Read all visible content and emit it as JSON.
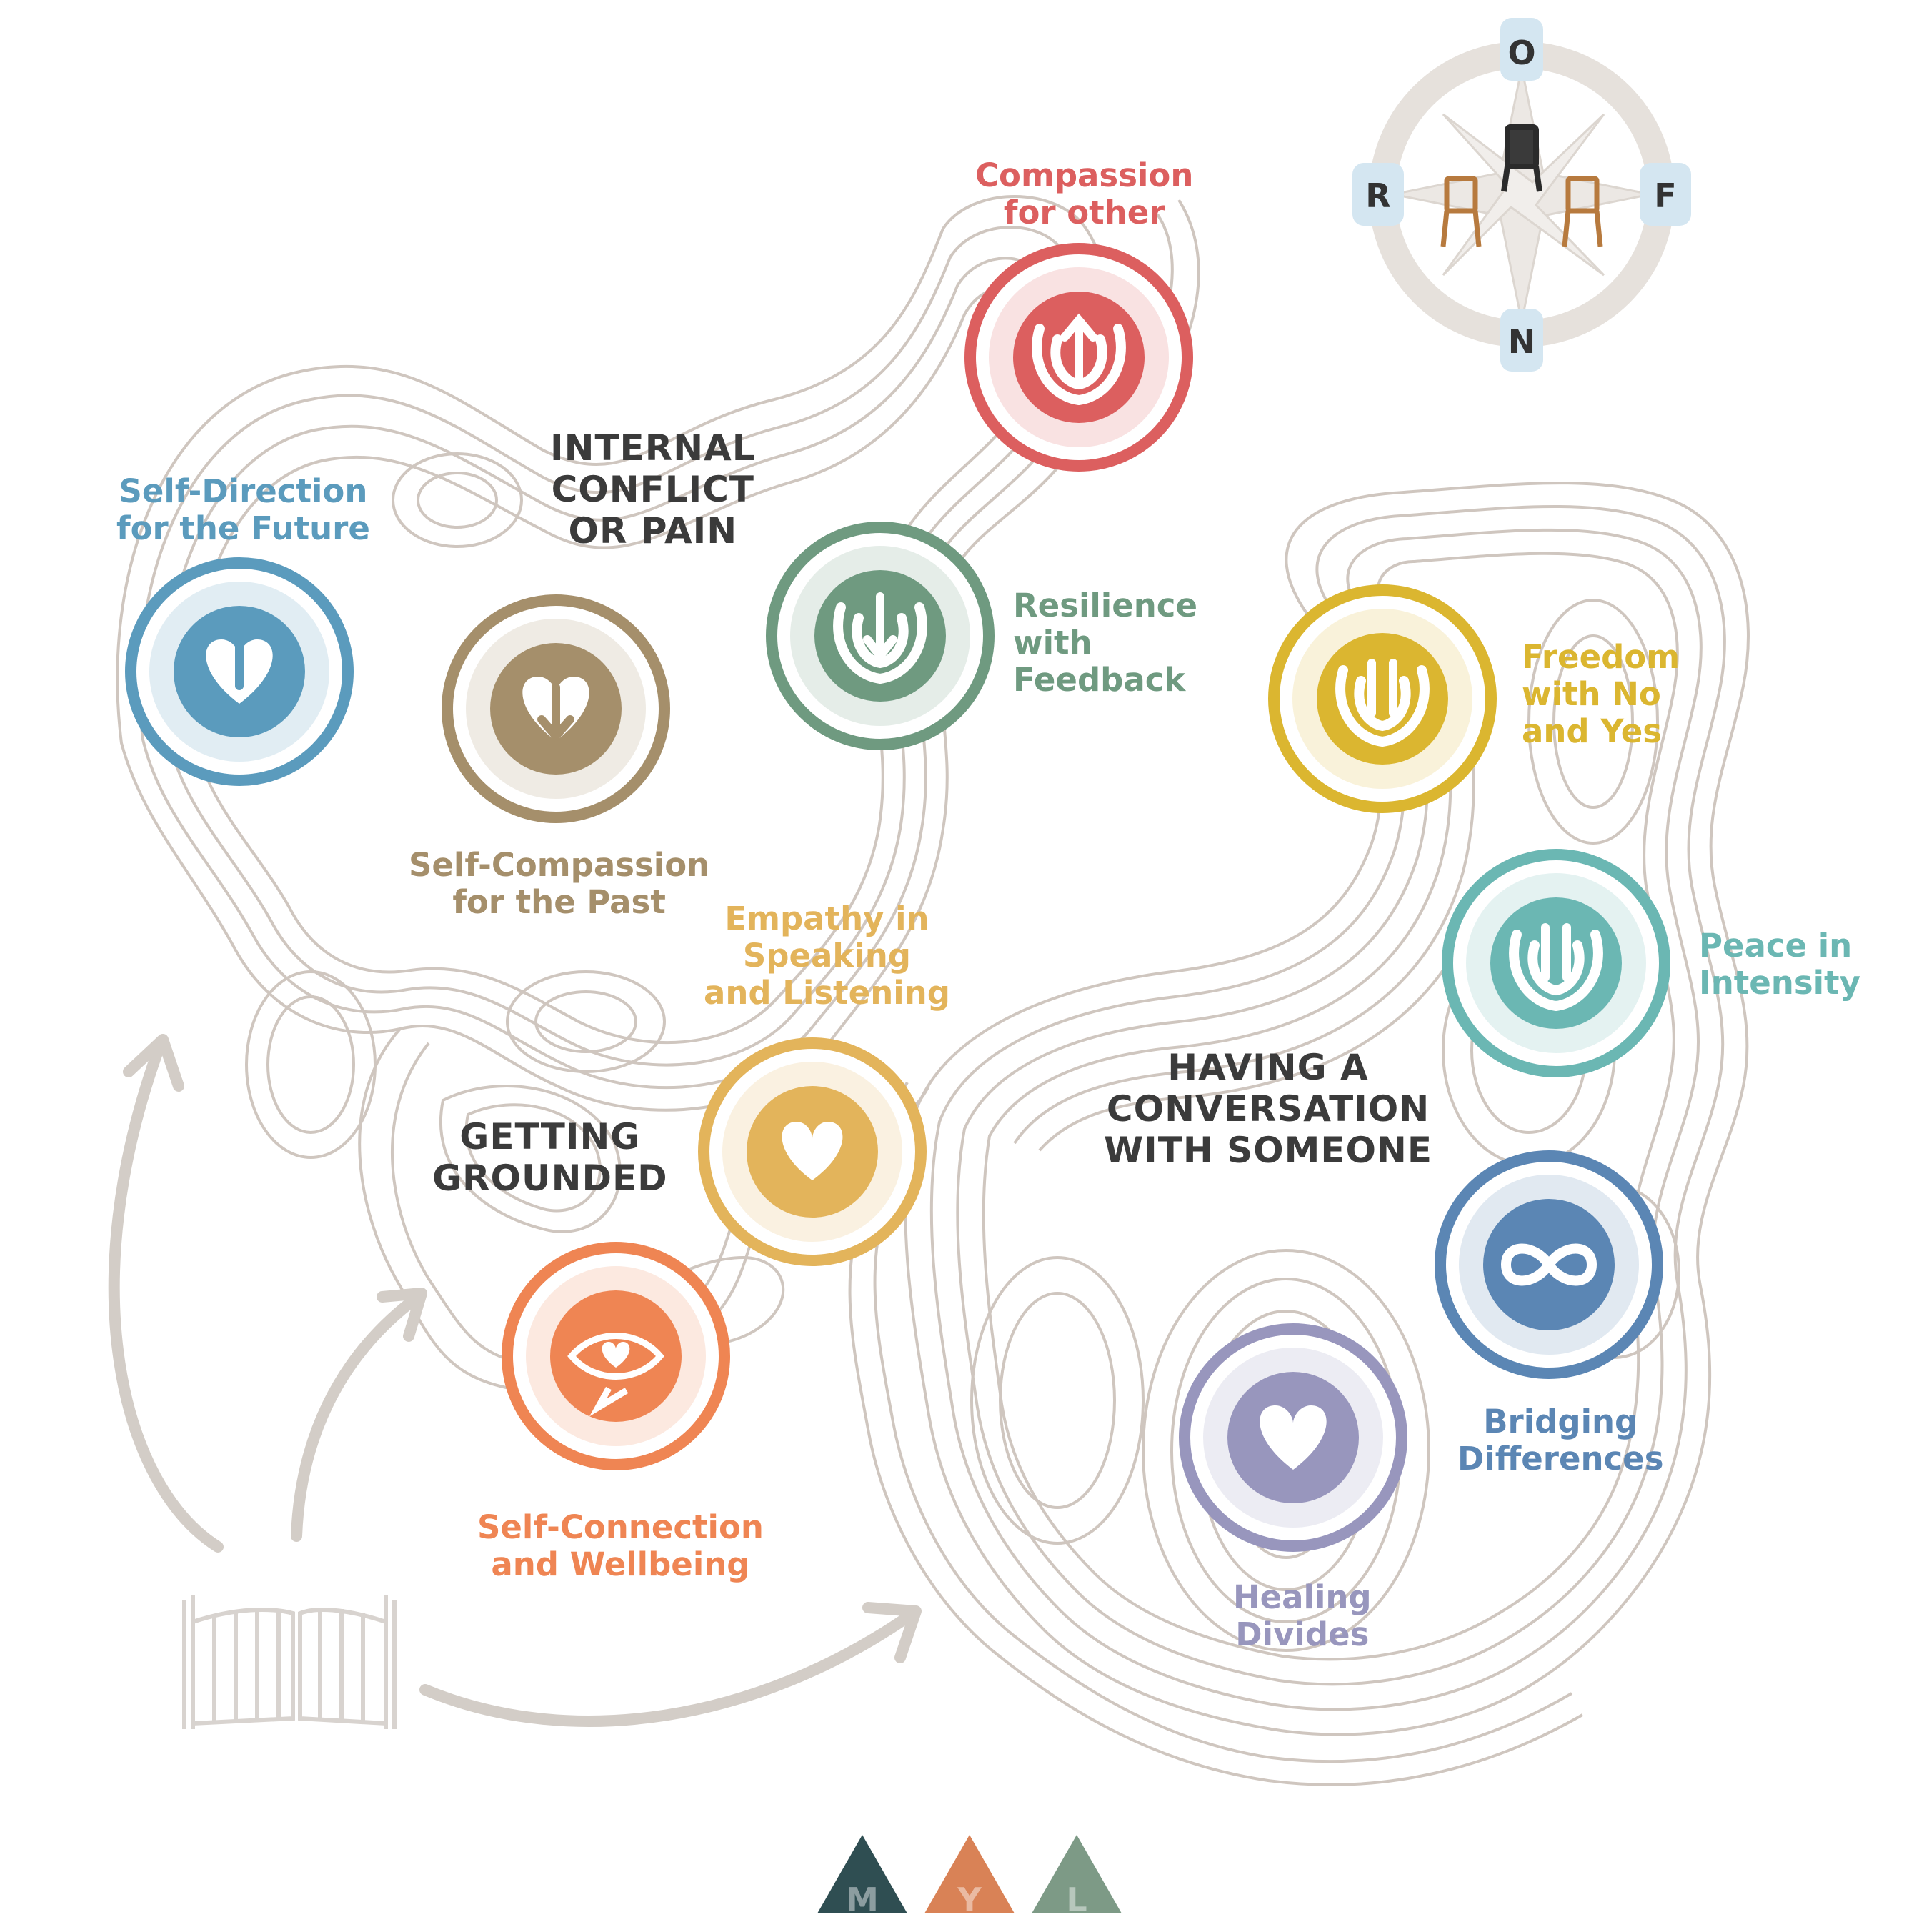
{
  "compass": {
    "north": "O",
    "south": "N",
    "west": "R",
    "east": "F"
  },
  "sections": {
    "internal": [
      "INTERNAL",
      "CONFLICT",
      "OR PAIN"
    ],
    "grounded": [
      "GETTING",
      "GROUNDED"
    ],
    "conversation": [
      "HAVING A",
      "CONVERSATION",
      "WITH SOMEONE"
    ]
  },
  "skills": {
    "compassion_other": {
      "lines": [
        "Compassion",
        "for other"
      ],
      "color": "#dc5f5f",
      "icon": "hands-heart-up-icon"
    },
    "self_direction": {
      "lines": [
        "Self-Direction",
        "for the Future"
      ],
      "color": "#5b9bbd",
      "icon": "heart-arrow-up-icon"
    },
    "self_compassion": {
      "lines": [
        "Self-Compassion",
        "for the Past"
      ],
      "color": "#a58f6b",
      "icon": "heart-arrow-down-icon"
    },
    "resilience": {
      "lines": [
        "Resilience",
        "with",
        "Feedback"
      ],
      "color": "#6f9a80",
      "icon": "hands-heart-down-icon"
    },
    "freedom": {
      "lines": [
        "Freedom",
        "with No",
        "and Yes"
      ],
      "color": "#dbb630",
      "icon": "open-hands-icon"
    },
    "peace": {
      "lines": [
        "Peace in",
        "Intensity"
      ],
      "color": "#6bb7b3",
      "icon": "raised-hands-icon"
    },
    "empathy": {
      "lines": [
        "Empathy in",
        "Speaking",
        "and Listening"
      ],
      "color": "#e3b45b",
      "icon": "heart-speech-bubble-icon"
    },
    "self_connection": {
      "lines": [
        "Self-Connection",
        "and Wellbeing"
      ],
      "color": "#ef8553",
      "icon": "eye-heart-bubble-icon"
    },
    "bridging": {
      "lines": [
        "Bridging",
        "Differences"
      ],
      "color": "#5b86b4",
      "icon": "infinity-icon"
    },
    "healing": {
      "lines": [
        "Healing",
        "Divides"
      ],
      "color": "#9896bd",
      "icon": "heart-infinity-icon"
    }
  },
  "logo": {
    "letters": [
      "M",
      "Y",
      "L"
    ],
    "colors": [
      "#2f4e52",
      "#d98256",
      "#7d9a86"
    ]
  },
  "colors": {
    "contour": "#cfc6bf",
    "arrow": "#d3cdc7",
    "gate": "#d8d3cf",
    "compass_ring": "#e6e1dc",
    "compass_badge": "#d4e6f1"
  }
}
